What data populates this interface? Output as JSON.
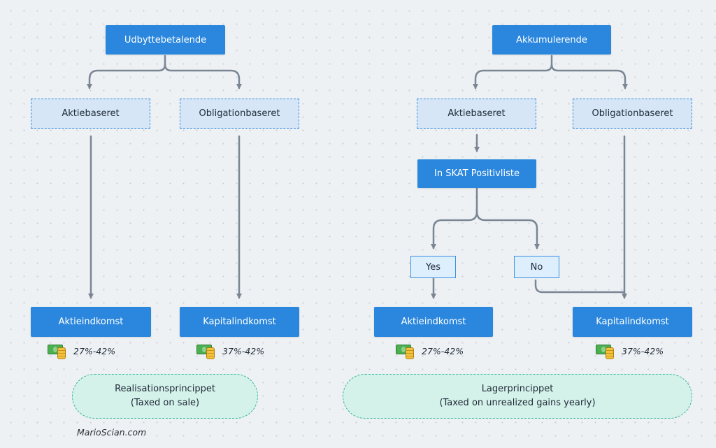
{
  "left": {
    "root": "Udbyttebetalende",
    "branch_stock": "Aktiebaseret",
    "branch_bond": "Obligationbaseret",
    "result_stock": "Aktieindkomst",
    "result_bond": "Kapitalindkomst",
    "rate_stock": "27%-42%",
    "rate_bond": "37%-42%",
    "principle_title": "Realisationsprincippet",
    "principle_note": "(Taxed on sale)"
  },
  "right": {
    "root": "Akkumulerende",
    "branch_stock": "Aktiebaseret",
    "branch_bond": "Obligationbaseret",
    "decision": "In SKAT Positivliste",
    "yes": "Yes",
    "no": "No",
    "result_stock": "Aktieindkomst",
    "result_bond": "Kapitalindkomst",
    "rate_stock": "27%-42%",
    "rate_bond": "37%-42%",
    "principle_title": "Lagerprincippet",
    "principle_note": "(Taxed on unrealized gains yearly)"
  },
  "credit": "MarioScian.com",
  "icons": {
    "rate_icon": "money-coins-icon"
  },
  "colors": {
    "node_fill": "#2b87dd",
    "branch_fill": "#d6e6f6",
    "branch_border": "#3a8fe0",
    "principle_fill": "#d4f1ea",
    "principle_border": "#3bb79a",
    "connector": "#7a8694"
  }
}
